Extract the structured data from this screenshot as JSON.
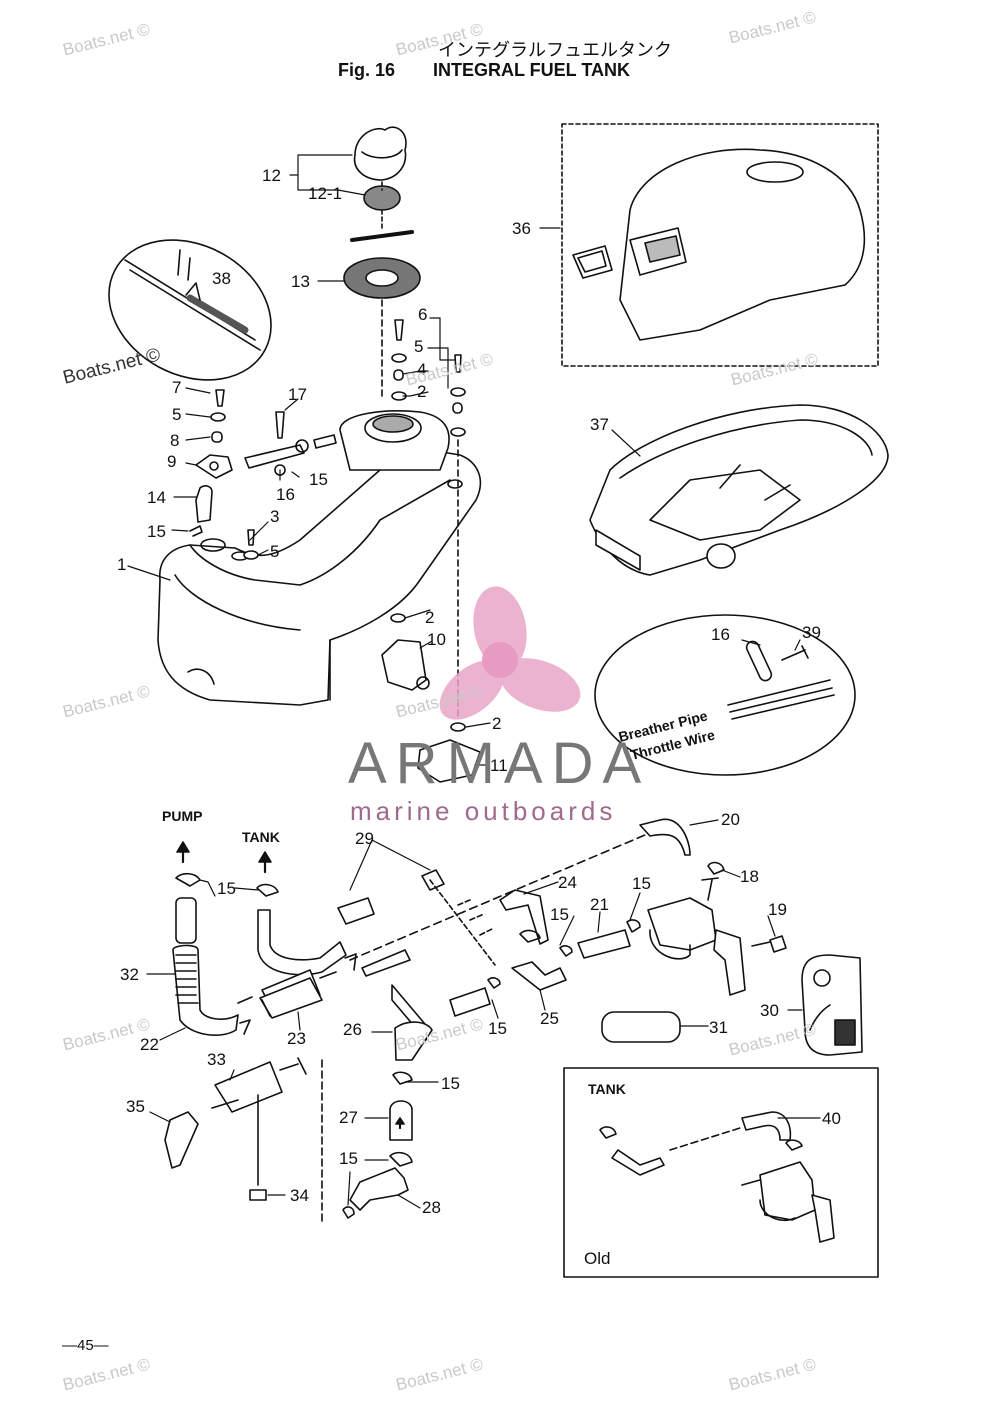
{
  "title_jp": "インテグラルフュエルタンク",
  "fig_label": "Fig. 16",
  "title_en": "INTEGRAL FUEL TANK",
  "watermark": "Boats.net ©",
  "brand": {
    "name": "ARMADA",
    "tagline": "marine outboards",
    "accent": "#e9a6c8"
  },
  "callouts": {
    "c1": "1",
    "c2a": "2",
    "c2b": "2",
    "c2c": "2",
    "c3": "3",
    "c4": "4",
    "c5a": "5",
    "c5b": "5",
    "c5c": "5",
    "c6": "6",
    "c7": "7",
    "c8": "8",
    "c9": "9",
    "c10": "10",
    "c11": "11",
    "c12": "12",
    "c12_1": "12-1",
    "c13": "13",
    "c14": "14",
    "c15a": "15",
    "c15b": "15",
    "c15c": "15",
    "c15d": "15",
    "c15e": "15",
    "c15f": "15",
    "c15g": "15",
    "c15h": "15",
    "c16a": "16",
    "c16b": "16",
    "c17": "17",
    "c18": "18",
    "c19": "19",
    "c20": "20",
    "c21": "21",
    "c22": "22",
    "c23": "23",
    "c24": "24",
    "c25": "25",
    "c26": "26",
    "c27": "27",
    "c28": "28",
    "c29": "29",
    "c30": "30",
    "c31": "31",
    "c32": "32",
    "c33": "33",
    "c34": "34",
    "c35": "35",
    "c36": "36",
    "c37": "37",
    "c38": "38",
    "c39": "39",
    "c40": "40"
  },
  "notes": {
    "pump": "PUMP",
    "tank": "TANK",
    "tank_old": "TANK",
    "old": "Old",
    "breather_pipe": "Breather Pipe",
    "throttle_wire": "Throttle Wire"
  },
  "page_number": "—45—"
}
